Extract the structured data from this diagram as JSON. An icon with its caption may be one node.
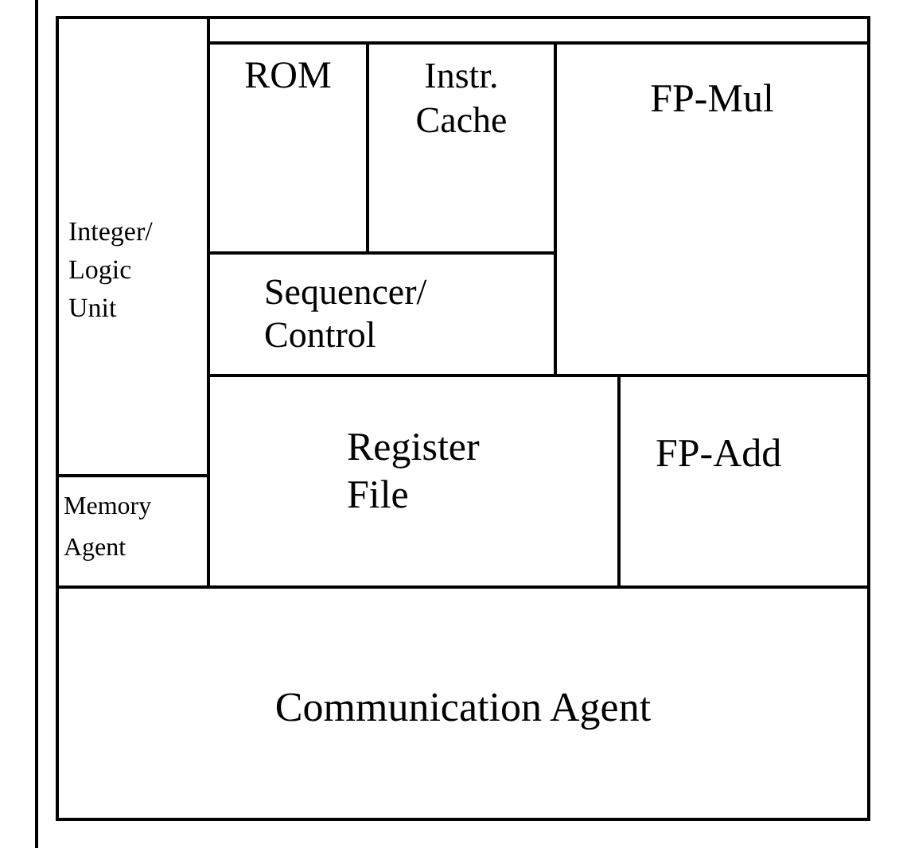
{
  "diagram": {
    "nodes": [
      {
        "text": [],
        "shape": "box"
      },
      {
        "text": [
          "Integer/ Logic Unit"
        ],
        "in": 0
      },
      {
        "text": [
          "ROM"
        ],
        "in": 0
      },
      {
        "text": [
          "Instr. Cache"
        ],
        "in": 0
      },
      {
        "text": [
          "FP-Mul"
        ],
        "in": 0
      },
      {
        "text": [
          "Sequencer/ Control"
        ],
        "in": 0
      },
      {
        "text": [
          "Register File"
        ],
        "in": 0
      },
      {
        "text": [
          "FP-Add"
        ],
        "in": 0
      },
      {
        "text": [
          "Memory Agent"
        ],
        "in": 0
      },
      {
        "text": [
          "Communication Agent"
        ],
        "in": 0
      }
    ]
  }
}
